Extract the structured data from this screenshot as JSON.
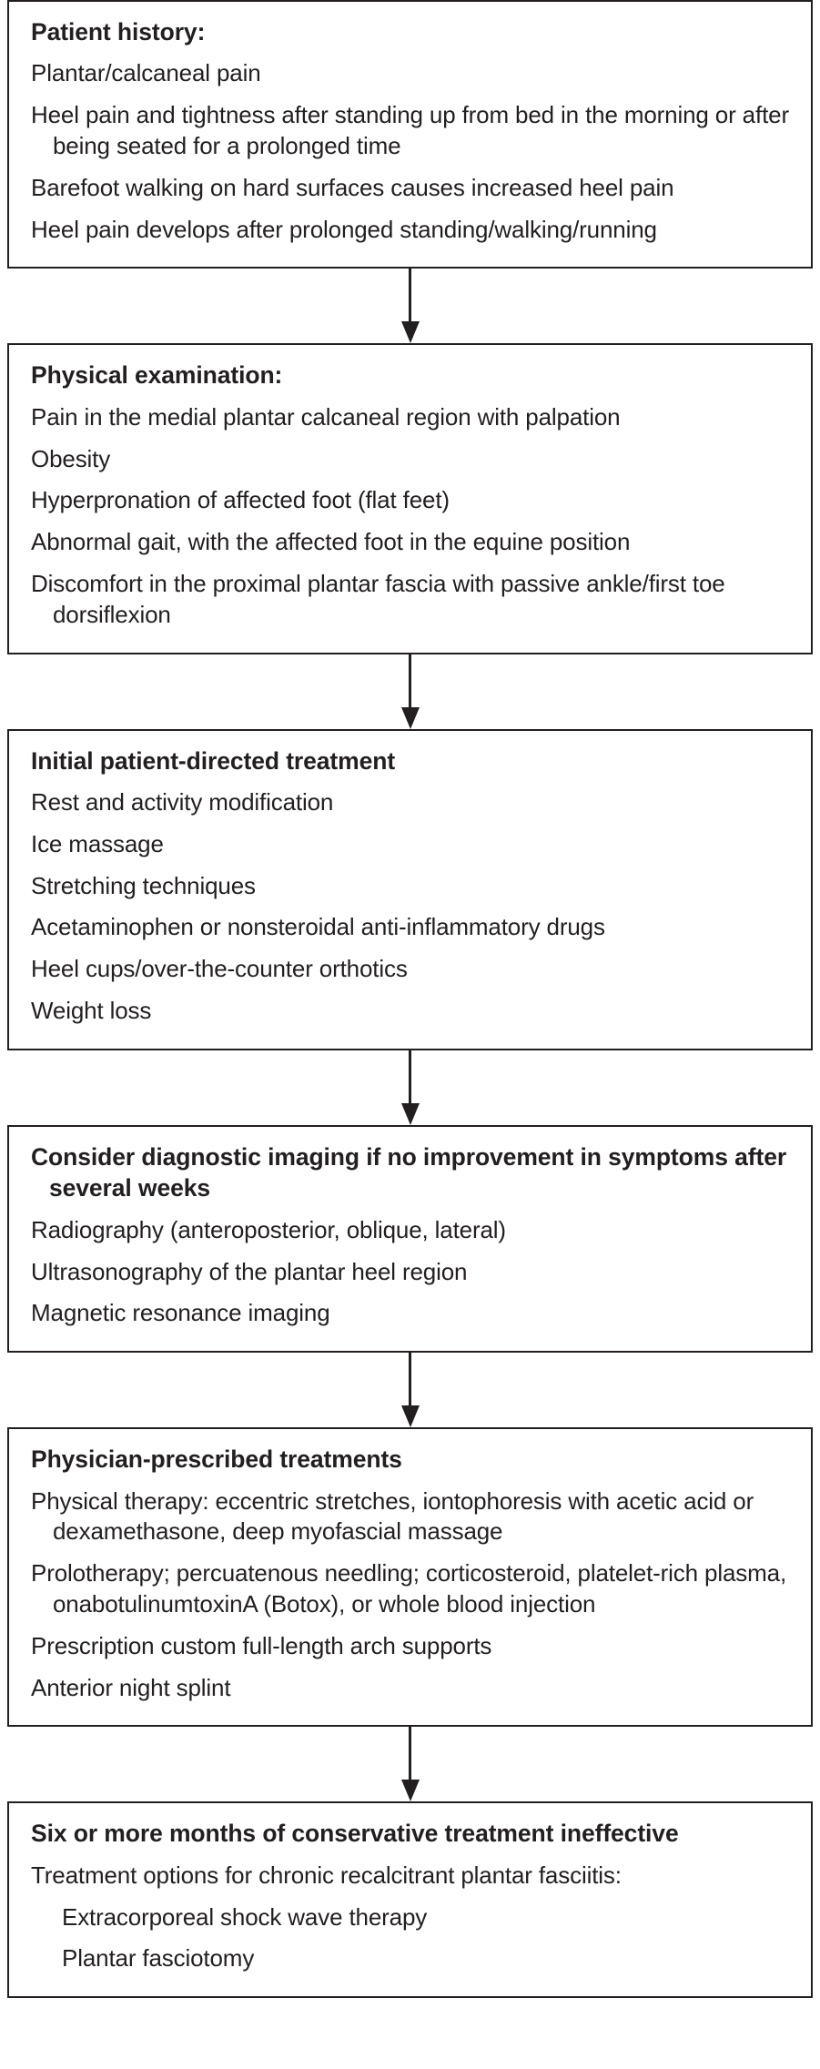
{
  "diagram": {
    "name": "plantar-fasciitis-management-flowchart",
    "orientation": "vertical",
    "connector_icon": "down-arrow-icon",
    "colors": {
      "border": "#231f20",
      "text": "#231f20",
      "background": "#ffffff"
    },
    "nodes": [
      {
        "id": "patient-history",
        "title": "Patient history:",
        "title_hanging": false,
        "items": [
          {
            "text": "Plantar/calcaneal pain",
            "sub": false
          },
          {
            "text": "Heel pain and tightness after standing up from bed in the morning or after being seated for a prolonged time",
            "sub": false
          },
          {
            "text": "Barefoot walking on hard surfaces causes increased heel pain",
            "sub": false
          },
          {
            "text": "Heel pain develops after prolonged standing/walking/running",
            "sub": false
          }
        ]
      },
      {
        "id": "physical-examination",
        "title": "Physical examination:",
        "title_hanging": false,
        "items": [
          {
            "text": "Pain in the medial plantar calcaneal region with palpation",
            "sub": false
          },
          {
            "text": "Obesity",
            "sub": false
          },
          {
            "text": "Hyperpronation of affected foot (flat feet)",
            "sub": false
          },
          {
            "text": "Abnormal gait, with the affected foot in the equine position",
            "sub": false
          },
          {
            "text": "Discomfort in the proximal plantar fascia with passive ankle/first toe dorsiflexion",
            "sub": false
          }
        ]
      },
      {
        "id": "initial-patient-directed-treatment",
        "title": "Initial patient-directed treatment",
        "title_hanging": false,
        "items": [
          {
            "text": "Rest and activity modification",
            "sub": false
          },
          {
            "text": "Ice massage",
            "sub": false
          },
          {
            "text": "Stretching techniques",
            "sub": false
          },
          {
            "text": "Acetaminophen or nonsteroidal anti-inflammatory drugs",
            "sub": false
          },
          {
            "text": "Heel cups/over-the-counter orthotics",
            "sub": false
          },
          {
            "text": "Weight loss",
            "sub": false
          }
        ]
      },
      {
        "id": "consider-diagnostic-imaging",
        "title": "Consider diagnostic imaging if no improvement in symptoms after several weeks",
        "title_hanging": true,
        "items": [
          {
            "text": "Radiography (anteroposterior, oblique, lateral)",
            "sub": false
          },
          {
            "text": "Ultrasonography of the plantar heel region",
            "sub": false
          },
          {
            "text": "Magnetic resonance imaging",
            "sub": false
          }
        ]
      },
      {
        "id": "physician-prescribed-treatments",
        "title": "Physician-prescribed treatments",
        "title_hanging": false,
        "items": [
          {
            "text": "Physical therapy: eccentric stretches, iontophoresis with acetic acid or dexamethasone, deep myofascial massage",
            "sub": false
          },
          {
            "text": "Prolotherapy; percuatenous needling; corticosteroid, platelet-rich plasma, onabotulinumtoxinA (Botox), or whole blood injection",
            "sub": false
          },
          {
            "text": "Prescription custom full-length arch supports",
            "sub": false
          },
          {
            "text": "Anterior night splint",
            "sub": false
          }
        ]
      },
      {
        "id": "six-or-more-months-ineffective",
        "title": "Six or more months of conservative treatment ineffective",
        "title_hanging": false,
        "items": [
          {
            "text": "Treatment options for chronic recalcitrant plantar fasciitis:",
            "sub": false
          },
          {
            "text": "Extracorporeal shock wave therapy",
            "sub": true
          },
          {
            "text": "Plantar fasciotomy",
            "sub": true
          }
        ]
      }
    ]
  }
}
